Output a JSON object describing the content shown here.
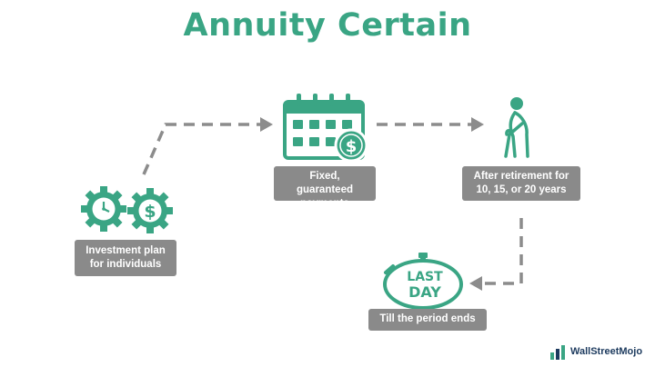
{
  "title": "Annuity Certain",
  "steps": [
    {
      "line1": "Investment plan",
      "line2": "for individuals"
    },
    {
      "line1": "Fixed, guaranteed",
      "line2": "payments"
    },
    {
      "line1": "After retirement for",
      "line2": "10, 15, or 20 years"
    },
    {
      "line1": "Till the period ends"
    }
  ],
  "icons": {
    "gears": "gears-clock-dollar-icon",
    "calendar": "calendar-dollar-icon",
    "elderly": "elderly-person-icon",
    "stopwatch": "last-day-stopwatch-icon",
    "gear_symbol": "$",
    "calendar_symbol": "$",
    "stopwatch_text_1": "LAST",
    "stopwatch_text_2": "DAY"
  },
  "brand": {
    "name": "WallStreetMojo"
  },
  "colors": {
    "accent": "#3aa584",
    "label_bg": "#8a8a8a",
    "arrow": "#8c8c8c",
    "brand": "#1c3a5e"
  }
}
